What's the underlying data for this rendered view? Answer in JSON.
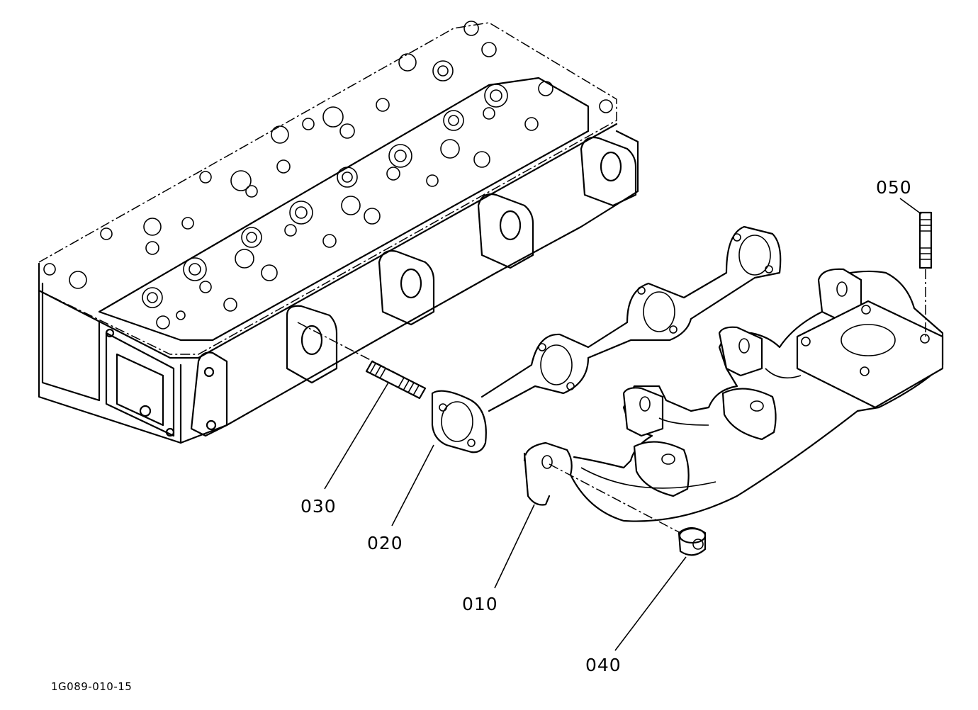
{
  "diagram": {
    "figure_code": "1G089-010-15",
    "callouts": [
      {
        "id": "010",
        "text": "010"
      },
      {
        "id": "020",
        "text": "020"
      },
      {
        "id": "030",
        "text": "030"
      },
      {
        "id": "040",
        "text": "040"
      },
      {
        "id": "050",
        "text": "050"
      }
    ]
  }
}
